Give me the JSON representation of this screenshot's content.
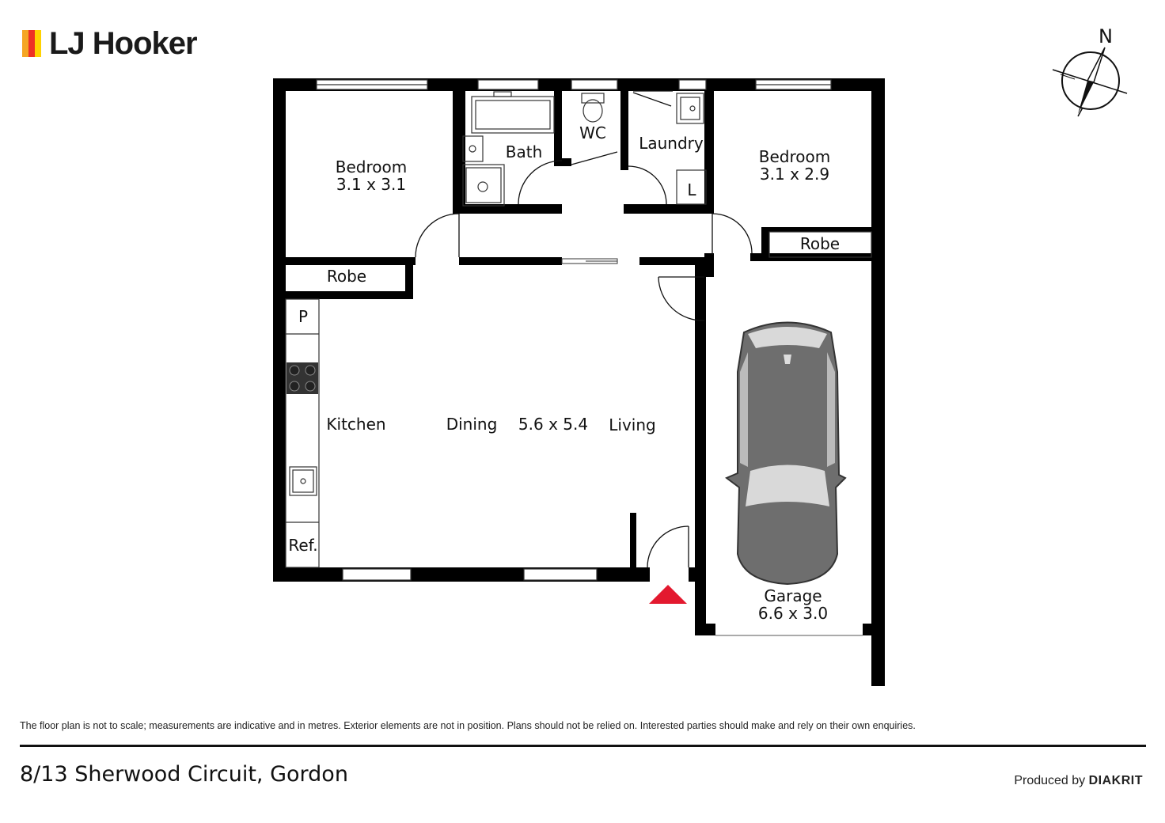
{
  "brand": {
    "name": "LJ Hooker",
    "bar_colors": [
      "#f5a623",
      "#ee3124",
      "#ffd200"
    ]
  },
  "compass": {
    "north_label": "N"
  },
  "rooms": {
    "bedroom1": {
      "name": "Bedroom",
      "size": "3.1 x 3.1"
    },
    "bath": {
      "name": "Bath"
    },
    "wc": {
      "name": "WC"
    },
    "laundry": {
      "name": "Laundry",
      "fixture": "L"
    },
    "bedroom2": {
      "name": "Bedroom",
      "size": "3.1 x 2.9"
    },
    "robe1": {
      "name": "Robe"
    },
    "robe2": {
      "name": "Robe"
    },
    "pantry": {
      "name": "P"
    },
    "fridge": {
      "name": "Ref."
    },
    "kitchen": {
      "name": "Kitchen"
    },
    "dining": {
      "name": "Dining"
    },
    "living_size": {
      "name": "5.6 x 5.4"
    },
    "living": {
      "name": "Living"
    },
    "garage": {
      "name": "Garage",
      "size": "6.6 x 3.0"
    }
  },
  "colors": {
    "wall": "#000000",
    "entry_marker": "#e3192f",
    "car_body": "#6e6e6e"
  },
  "footer": {
    "disclaimer": "The floor plan is not to scale; measurements are indicative and in metres. Exterior elements are not in position. Plans should not be relied on. Interested parties should make and rely on their own enquiries.",
    "address": "8/13 Sherwood Circuit, Gordon",
    "produced_by": "Produced by",
    "producer": "DIAKRIT"
  }
}
